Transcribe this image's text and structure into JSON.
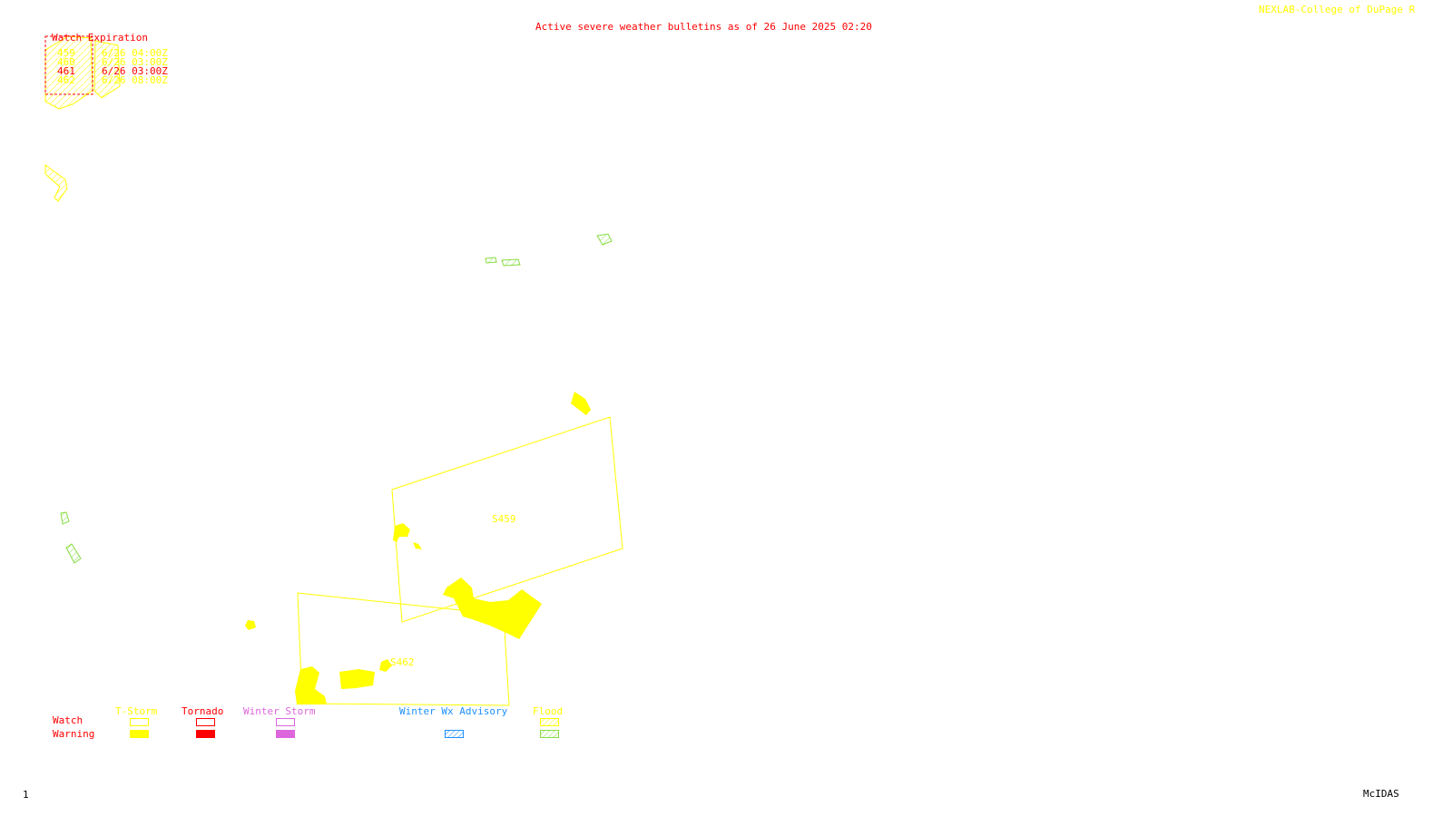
{
  "header": {
    "title": "Active severe weather bulletins as of 26 June 2025 02:20",
    "credit": "NEXLAB-College of DuPage R"
  },
  "watch_table": {
    "heading": "Watch Expiration",
    "rows": [
      {
        "id": "459",
        "expires": "6/26 04:00Z",
        "color": "#ffff00"
      },
      {
        "id": "460",
        "expires": "6/26 03:00Z",
        "color": "#ffff00"
      },
      {
        "id": "461",
        "expires": "6/26 03:00Z",
        "color": "#ff0000"
      },
      {
        "id": "462",
        "expires": "6/26 08:00Z",
        "color": "#ffff00"
      }
    ]
  },
  "map_labels": {
    "watch_459": "S459",
    "watch_462": "S462"
  },
  "legend": {
    "row_watch": "Watch",
    "row_warning": "Warning",
    "categories": [
      {
        "label": "T-Storm",
        "color": "#ffff00",
        "watch_style": "outline",
        "warning_style": "solid"
      },
      {
        "label": "Tornado",
        "color": "#ff0000",
        "watch_style": "outline",
        "warning_style": "solid"
      },
      {
        "label": "Winter Storm",
        "color": "#dd66dd",
        "watch_style": "outline",
        "warning_style": "solid"
      },
      {
        "label": "Winter Wx Advisory",
        "color": "#1e90ff",
        "watch_style": "none",
        "warning_style": "hatched"
      },
      {
        "label": "Flood",
        "color": "#ffff00",
        "warning_color": "#88dd44",
        "watch_style": "hatched",
        "warning_style": "hatched"
      }
    ]
  },
  "footer": {
    "frame_number": "1",
    "software": "McIDAS"
  }
}
